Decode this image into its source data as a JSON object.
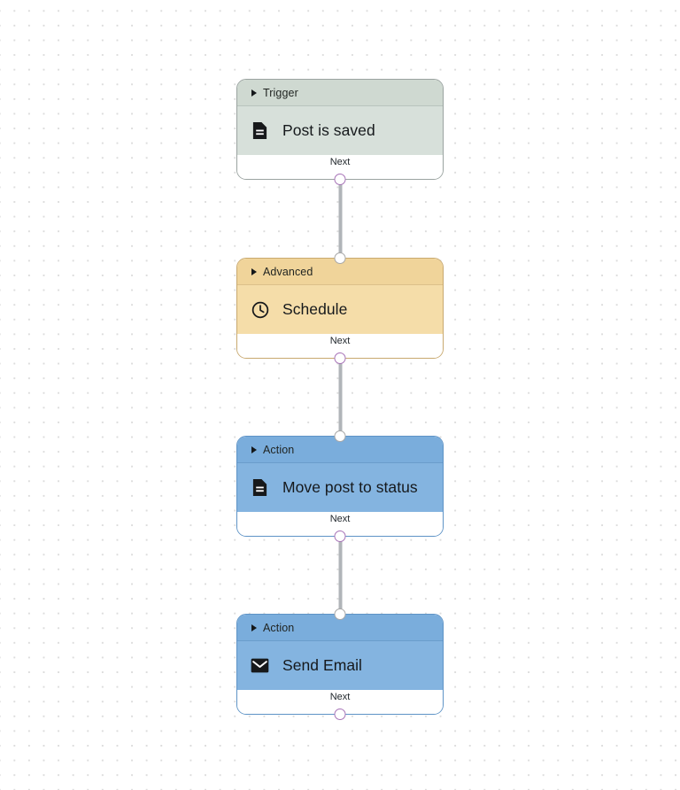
{
  "canvas": {
    "background_color": "#ffffff",
    "grid_dot_color": "#dcdcdc",
    "edge_color": "#b0b4b8"
  },
  "colors": {
    "trigger_header": "#cfd9d1",
    "trigger_body": "#d7e0da",
    "advanced_header": "#f0d49a",
    "advanced_body": "#f5dda9",
    "action_header": "#7aaddc",
    "action_body": "#84b4e0",
    "port_out_ring": "#a874b8",
    "port_in_ring": "#a8a8a8"
  },
  "nodes": [
    {
      "category": "Trigger",
      "title": "Post is saved",
      "icon": "document-icon",
      "footer": "Next",
      "theme": "trigger"
    },
    {
      "category": "Advanced",
      "title": "Schedule",
      "icon": "clock-icon",
      "footer": "Next",
      "theme": "advanced"
    },
    {
      "category": "Action",
      "title": "Move post to status",
      "icon": "document-icon",
      "footer": "Next",
      "theme": "action"
    },
    {
      "category": "Action",
      "title": "Send Email",
      "icon": "envelope-icon",
      "footer": "Next",
      "theme": "action"
    }
  ]
}
